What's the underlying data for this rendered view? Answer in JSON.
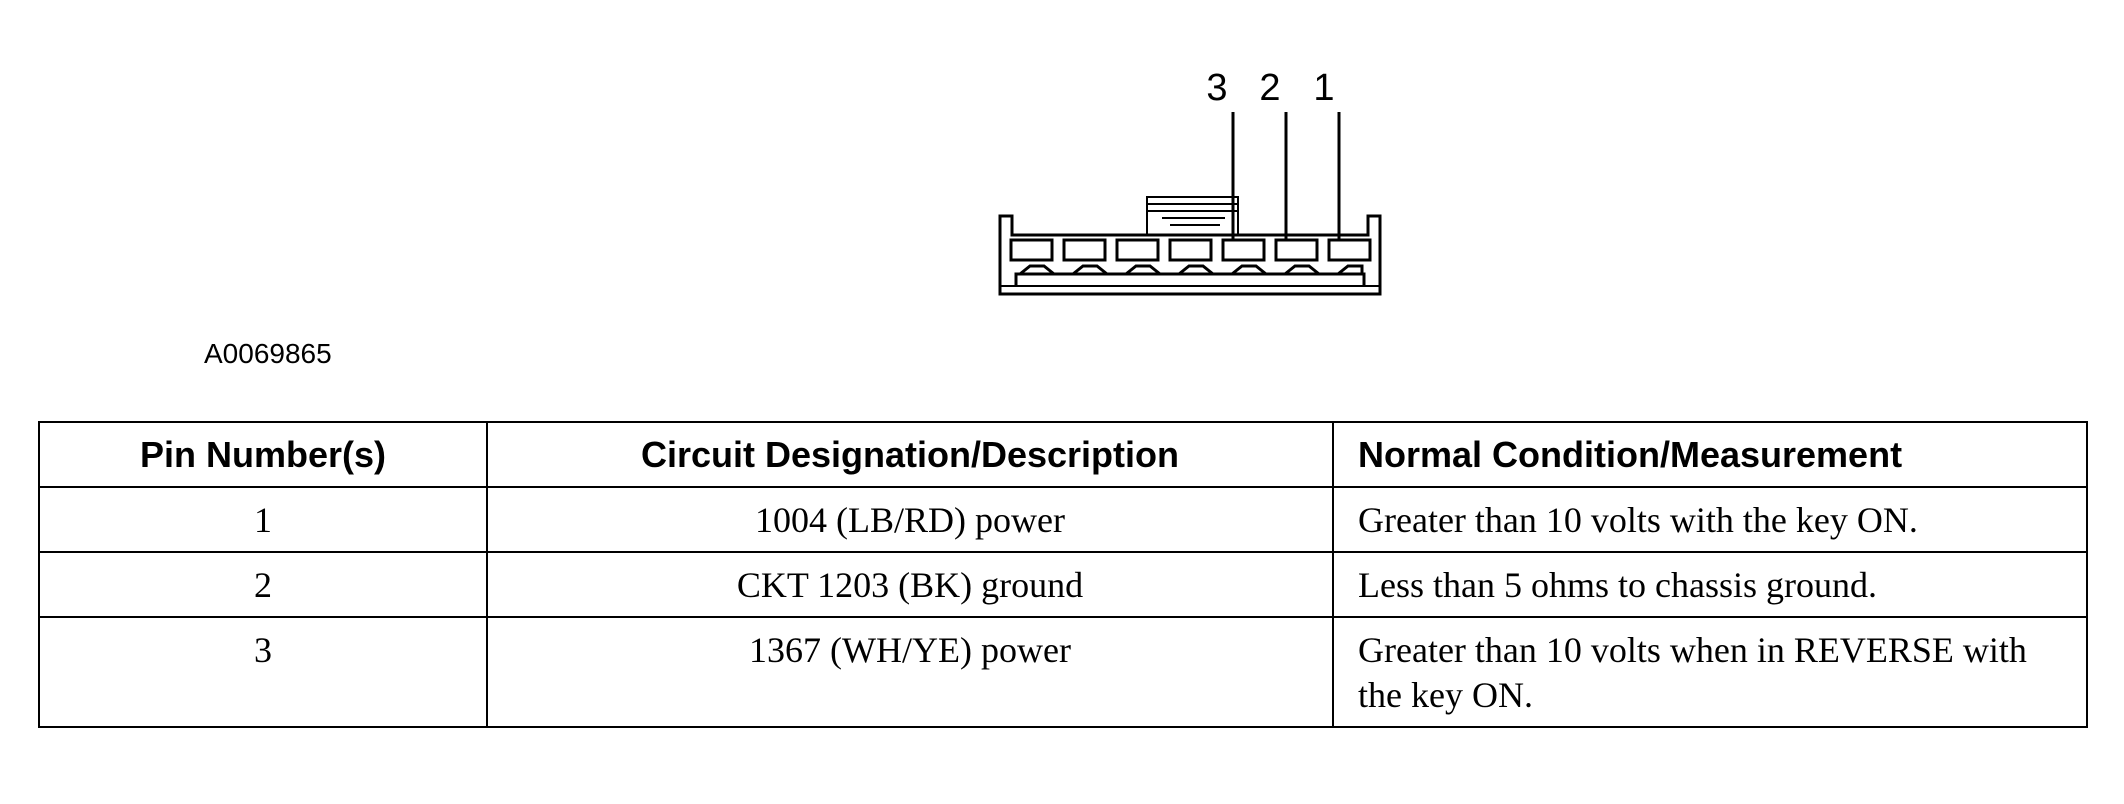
{
  "figure": {
    "pin_labels": [
      "3",
      "2",
      "1"
    ],
    "figure_id": "A0069865"
  },
  "table": {
    "headers": {
      "pin": "Pin Number(s)",
      "circuit": "Circuit Designation/Description",
      "condition": "Normal Condition/Measurement"
    },
    "rows": [
      {
        "pin": "1",
        "circuit": "1004 (LB/RD) power",
        "condition": "Greater than 10 volts with the key ON."
      },
      {
        "pin": "2",
        "circuit": "CKT 1203 (BK) ground",
        "condition": "Less than 5 ohms to chassis ground."
      },
      {
        "pin": "3",
        "circuit": "1367 (WH/YE) power",
        "condition": "Greater than 10 volts when in REVERSE with the key ON."
      }
    ]
  }
}
